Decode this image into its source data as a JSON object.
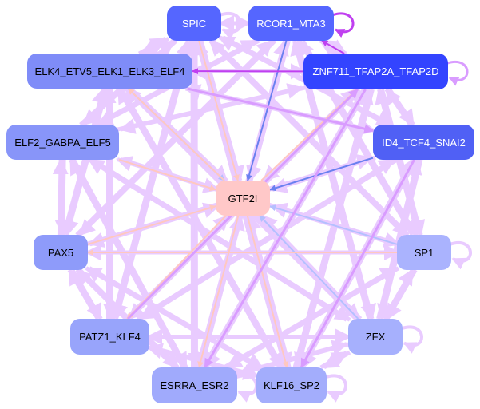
{
  "nodes": [
    {
      "id": "SPIC",
      "label": "SPIC",
      "color": "#5566ff",
      "text": "#ffffff"
    },
    {
      "id": "RCOR1",
      "label": "RCOR1_MTA3",
      "color": "#5566ff",
      "text": "#ffffff"
    },
    {
      "id": "ELK4",
      "label": "ELK4_ETV5_ELK1_ELK3_ELF4",
      "color": "#7f8cf8",
      "text": "#000000"
    },
    {
      "id": "ZNF711",
      "label": "ZNF711_TFAP2A_TFAP2D",
      "color": "#3344ff",
      "text": "#ffffff"
    },
    {
      "id": "ELF2",
      "label": "ELF2_GABPA_ELF5",
      "color": "#8895f9",
      "text": "#000000"
    },
    {
      "id": "ID4",
      "label": "ID4_TCF4_SNAI2",
      "color": "#5060f5",
      "text": "#ffffff"
    },
    {
      "id": "GTF2I",
      "label": "GTF2I",
      "color": "#ffc8c8",
      "text": "#000000"
    },
    {
      "id": "PAX5",
      "label": "PAX5",
      "color": "#8e9bfa",
      "text": "#000000"
    },
    {
      "id": "SP1",
      "label": "SP1",
      "color": "#aab3fe",
      "text": "#000000"
    },
    {
      "id": "PATZ1",
      "label": "PATZ1_KLF4",
      "color": "#98a4fb",
      "text": "#000000"
    },
    {
      "id": "ZFX",
      "label": "ZFX",
      "color": "#a6b0fd",
      "text": "#000000"
    },
    {
      "id": "ESRRA",
      "label": "ESRRA_ESR2",
      "color": "#a0aafc",
      "text": "#000000"
    },
    {
      "id": "KLF16",
      "label": "KLF16_SP2",
      "color": "#a3adfc",
      "text": "#000000"
    }
  ],
  "edge_colors": {
    "light": "#e9cbff",
    "mid": "#d99cff",
    "strong": "#c040f0",
    "blue": "#b4c0ff",
    "darkblue": "#6a80f0",
    "pink": "#ffc8c0"
  },
  "edges": [
    [
      "ELK4",
      "GTF2I",
      "blue"
    ],
    [
      "RCOR1",
      "GTF2I",
      "darkblue"
    ],
    [
      "ID4",
      "GTF2I",
      "darkblue"
    ],
    [
      "SP1",
      "GTF2I",
      "blue"
    ],
    [
      "ZFX",
      "GTF2I",
      "blue"
    ],
    [
      "PAX5",
      "GTF2I",
      "pink"
    ],
    [
      "ELF2",
      "GTF2I",
      "pink"
    ],
    [
      "SPIC",
      "GTF2I",
      "pink"
    ],
    [
      "GTF2I",
      "PATZ1",
      "pink"
    ],
    [
      "GTF2I",
      "ESRRA",
      "pink"
    ],
    [
      "GTF2I",
      "KLF16",
      "pink"
    ],
    [
      "GTF2I",
      "ZNF711",
      "pink"
    ],
    [
      "GTF2I",
      "ELK4",
      "pink"
    ],
    [
      "SP1",
      "PAX5",
      "pink"
    ],
    [
      "ZNF711",
      "ELK4",
      "strong"
    ],
    [
      "ZNF711",
      "RCOR1",
      "strong"
    ],
    [
      "ID4",
      "KLF16",
      "mid"
    ],
    [
      "ZNF711",
      "ESRRA",
      "mid"
    ],
    [
      "ELK4",
      "ID4",
      "mid"
    ],
    [
      "PATZ1",
      "ZNF711",
      "mid"
    ]
  ],
  "self_loops": [
    [
      "SPIC",
      "light"
    ],
    [
      "RCOR1",
      "strong"
    ],
    [
      "ZNF711",
      "mid"
    ],
    [
      "SP1",
      "light"
    ],
    [
      "ZFX",
      "light"
    ],
    [
      "ESRRA",
      "light"
    ],
    [
      "KLF16",
      "light"
    ]
  ]
}
